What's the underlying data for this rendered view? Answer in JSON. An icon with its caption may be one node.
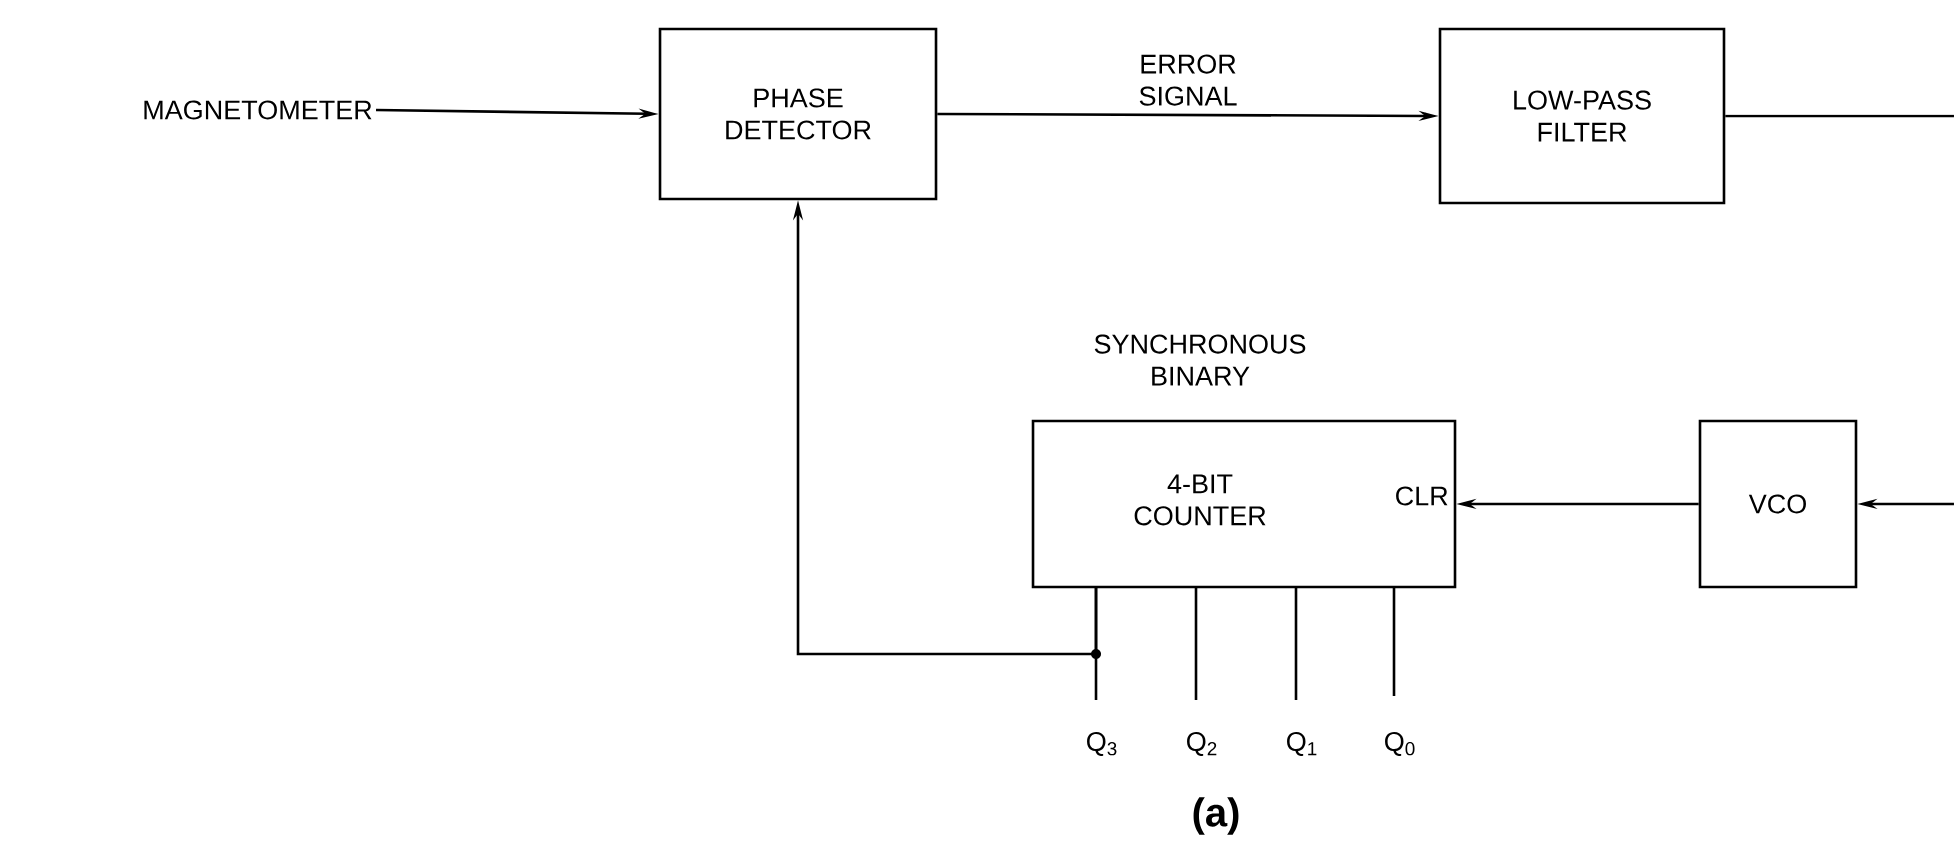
{
  "diagram": {
    "caption": "(a)",
    "nodes": [
      {
        "text": [
          "MAGNETOMETER"
        ]
      },
      {
        "text": [
          "PHASE DETECTOR"
        ]
      },
      {
        "text": [
          "LOW-PASS FILTER"
        ]
      },
      {
        "text": [
          "SYNCHRONOUS BINARY",
          "4-BIT COUNTER",
          "CLR"
        ]
      },
      {
        "text": [
          "VCO"
        ]
      }
    ],
    "edges": [
      {
        "from": 0,
        "to": 1,
        "arrow": "to"
      },
      {
        "from": 1,
        "to": 2,
        "arrow": "to",
        "label": "ERROR SIGNAL"
      },
      {
        "from": 2,
        "to": null,
        "arrow": "none"
      },
      {
        "from": null,
        "to": 4,
        "arrow": "to"
      },
      {
        "from": 4,
        "to": 3,
        "arrow": "to"
      },
      {
        "from": 3,
        "to": 1,
        "arrow": "to"
      }
    ],
    "labels": [
      "Q$_{3}$",
      "Q$_{2}$",
      "Q$_{1}$",
      "Q$_{0}$"
    ]
  }
}
